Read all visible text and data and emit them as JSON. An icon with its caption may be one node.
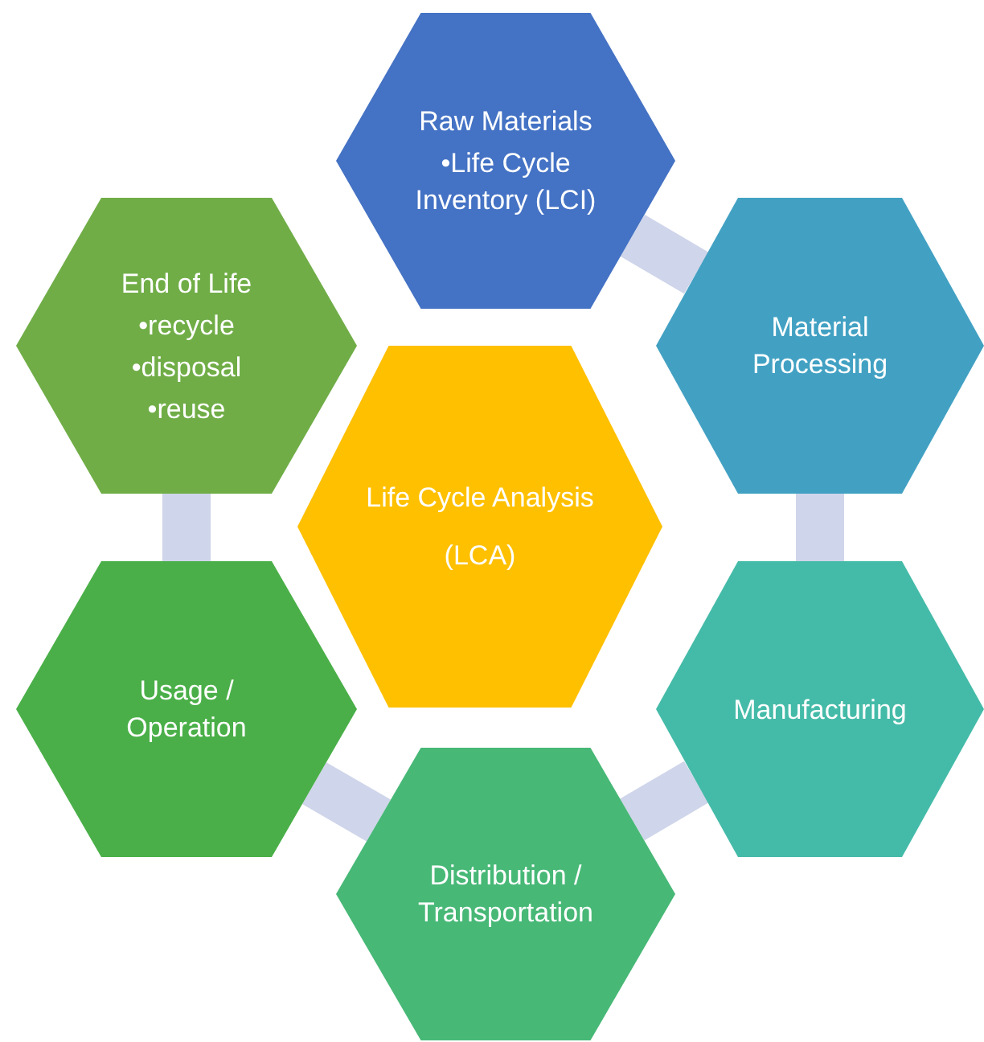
{
  "diagram": {
    "nodes": [
      {
        "text": [
          "Life Cycle Analysis (LCA)"
        ]
      },
      {
        "text": [
          "Raw Materials",
          "•Life Cycle Inventory (LCI)"
        ]
      },
      {
        "text": [
          "Material Processing"
        ]
      },
      {
        "text": [
          "Manufacturing"
        ]
      },
      {
        "text": [
          "Distribution / Transportation"
        ]
      },
      {
        "text": [
          "Usage / Operation"
        ]
      },
      {
        "text": [
          "End of Life",
          "•recycle",
          "•disposal",
          "•reuse"
        ]
      }
    ],
    "edges": [
      {
        "from": 1,
        "to": 2,
        "arrow": "none"
      },
      {
        "from": 2,
        "to": 3,
        "arrow": "none"
      },
      {
        "from": 3,
        "to": 4,
        "arrow": "none"
      },
      {
        "from": 4,
        "to": 5,
        "arrow": "none"
      },
      {
        "from": 5,
        "to": 6,
        "arrow": "none"
      }
    ]
  }
}
